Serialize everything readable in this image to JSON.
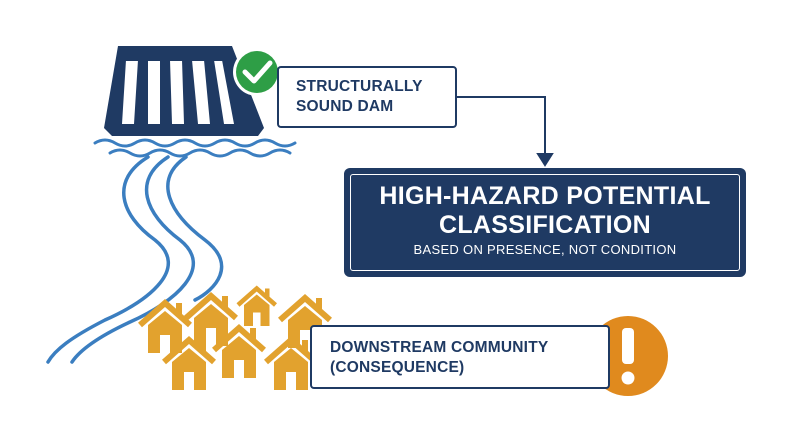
{
  "dam_label": {
    "line1": "STRUCTURALLY",
    "line2": "SOUND DAM"
  },
  "classification": {
    "line1": "HIGH-HAZARD POTENTIAL",
    "line2": "CLASSIFICATION",
    "subtitle": "BASED ON PRESENCE, NOT CONDITION"
  },
  "community_label": {
    "line1": "DOWNSTREAM COMMUNITY",
    "line2": "(CONSEQUENCE)"
  },
  "colors": {
    "navy": "#1f3a63",
    "river_blue": "#3b7ec0",
    "check_green": "#2e9e46",
    "house_orange": "#e2a22e",
    "warning_orange": "#e08a1e"
  },
  "icons": [
    "dam-icon",
    "check-icon",
    "river-icon",
    "house-icon",
    "warning-icon",
    "arrow-icon"
  ]
}
